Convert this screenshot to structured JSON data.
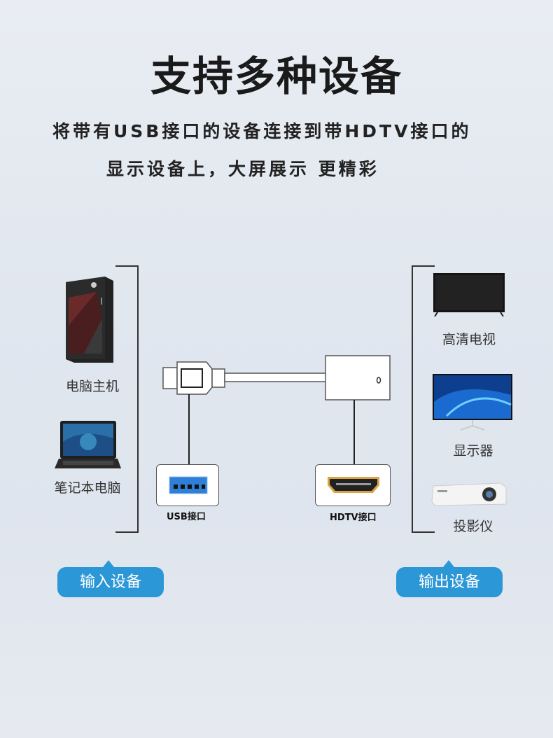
{
  "title": "支持多种设备",
  "subtitle_line1": "将带有USB接口的设备连接到带HDTV接口的",
  "subtitle_line2": "显示设备上，大屏展示 更精彩",
  "input_devices": [
    {
      "label": "电脑主机"
    },
    {
      "label": "笔记本电脑"
    }
  ],
  "output_devices": [
    {
      "label": "高清电视"
    },
    {
      "label": "显示器"
    },
    {
      "label": "投影仪"
    }
  ],
  "ports": {
    "usb": "USB接口",
    "hdtv": "HDTV接口"
  },
  "badges": {
    "input": "输入设备",
    "output": "输出设备"
  },
  "colors": {
    "badge": "#2b97d6",
    "usb_port": "#2f7fd6",
    "hdmi_gold": "#d9a441"
  }
}
